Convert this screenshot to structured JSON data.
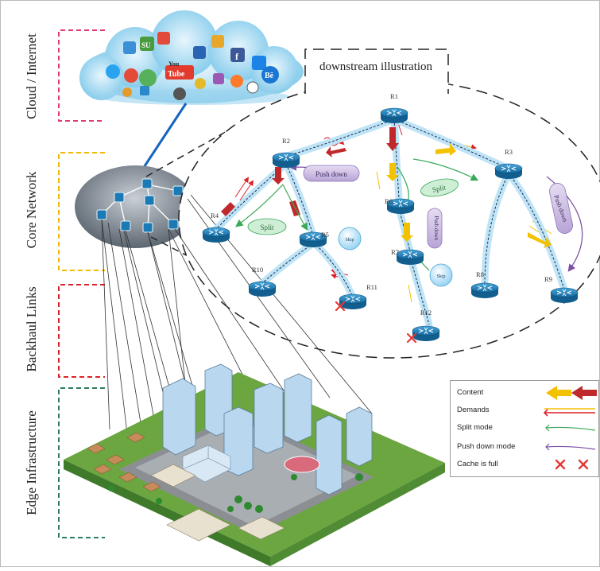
{
  "tiers": {
    "cloud": "Cloud / Internet",
    "core": "Core Network",
    "backhaul": "Backhaul Links",
    "edge": "Edge Infrastructure"
  },
  "illustration_title": "downstream illustration",
  "routers": [
    "R1",
    "R2",
    "R3",
    "R4",
    "R5",
    "R6",
    "R7",
    "R8",
    "R9",
    "R10",
    "R11",
    "R12"
  ],
  "mode_labels": {
    "split": "Split",
    "push_down": "Push down",
    "skip": "Skip"
  },
  "cloud_logos": {
    "you": "You",
    "tube": "Tube",
    "be": "Bē",
    "f": "f",
    "su": "SU"
  },
  "legend": {
    "content": "Content",
    "demands": "Demands",
    "split_mode": "Split mode",
    "push_down_mode": "Push down mode",
    "cache_full": "Cache is full"
  },
  "colors": {
    "cloud_tier": "#e23b7a",
    "core_tier": "#f2b705",
    "backhaul_tier": "#d9232a",
    "edge_tier": "#2e7d5b",
    "content_arrow_gold": "#f2c200",
    "content_arrow_red": "#c0292b",
    "split_green": "#3aa957",
    "push_purple": "#7b4fa3",
    "router_blue": "#1b7ab3"
  }
}
